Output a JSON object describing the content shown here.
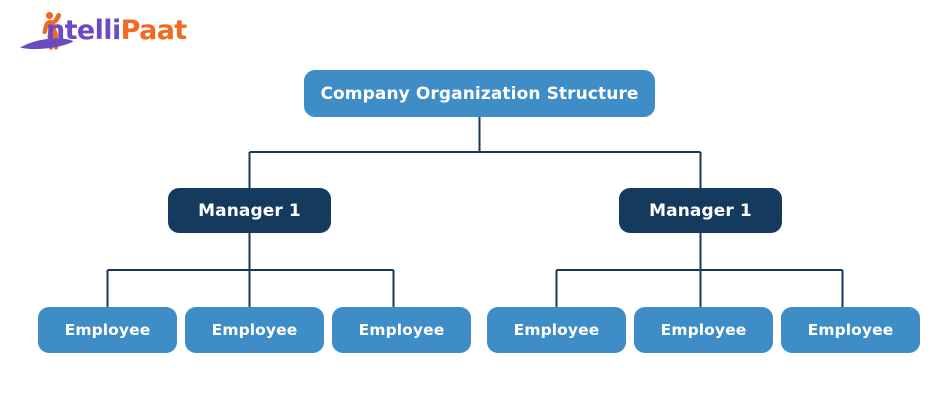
{
  "logo": {
    "name": "IntelliPaat",
    "part_primary": "ntelli",
    "part_secondary": "Paat",
    "color_primary": "#6C4BC1",
    "color_secondary": "#F26A21",
    "mark": "running-figure-icon"
  },
  "colors": {
    "root_fill": "#3E8DC6",
    "manager_fill": "#143A5E",
    "employee_fill": "#3E8DC6",
    "connector": "#143A5E",
    "node_text": "#FFFFFF",
    "background": "#FFFFFF"
  },
  "chart_data": {
    "type": "diagram",
    "diagram_type": "organization-chart",
    "title": "Company Organization Structure",
    "levels": 3,
    "nodes": [
      {
        "id": "root",
        "label": "Company Organization Structure",
        "level": 0,
        "parent": null
      },
      {
        "id": "m1",
        "label": "Manager 1",
        "level": 1,
        "parent": "root"
      },
      {
        "id": "m2",
        "label": "Manager 1",
        "level": 1,
        "parent": "root"
      },
      {
        "id": "e1",
        "label": "Employee",
        "level": 2,
        "parent": "m1"
      },
      {
        "id": "e2",
        "label": "Employee",
        "level": 2,
        "parent": "m1"
      },
      {
        "id": "e3",
        "label": "Employee",
        "level": 2,
        "parent": "m1"
      },
      {
        "id": "e4",
        "label": "Employee",
        "level": 2,
        "parent": "m2"
      },
      {
        "id": "e5",
        "label": "Employee",
        "level": 2,
        "parent": "m2"
      },
      {
        "id": "e6",
        "label": "Employee",
        "level": 2,
        "parent": "m2"
      }
    ],
    "edges": [
      {
        "from": "root",
        "to": "m1"
      },
      {
        "from": "root",
        "to": "m2"
      },
      {
        "from": "m1",
        "to": "e1"
      },
      {
        "from": "m1",
        "to": "e2"
      },
      {
        "from": "m1",
        "to": "e3"
      },
      {
        "from": "m2",
        "to": "e4"
      },
      {
        "from": "m2",
        "to": "e5"
      },
      {
        "from": "m2",
        "to": "e6"
      }
    ]
  },
  "chart": {
    "root": {
      "label": "Company Organization Structure"
    },
    "managers": [
      {
        "label": "Manager 1"
      },
      {
        "label": "Manager 1"
      }
    ],
    "employees_left": [
      {
        "label": "Employee"
      },
      {
        "label": "Employee"
      },
      {
        "label": "Employee"
      }
    ],
    "employees_right": [
      {
        "label": "Employee"
      },
      {
        "label": "Employee"
      },
      {
        "label": "Employee"
      }
    ]
  }
}
